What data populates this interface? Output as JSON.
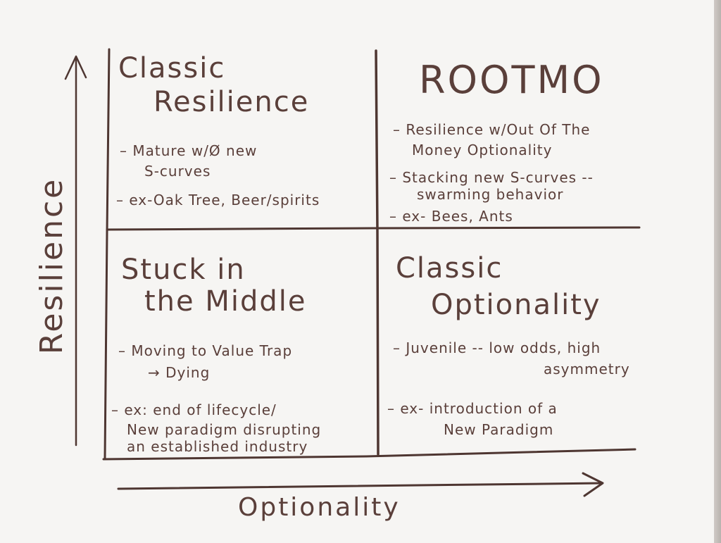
{
  "axes": {
    "y_label": "Resilience",
    "x_label": "Optionality"
  },
  "quadrants": {
    "top_left": {
      "title_line1": "Classic",
      "title_line2": "Resilience",
      "bullets": [
        "– Mature w/Ø new",
        "S-curves",
        "– ex-Oak Tree, Beer/spirits"
      ]
    },
    "top_right": {
      "title": "ROOTMO",
      "bullets": [
        "– Resilience w/Out Of The",
        "Money Optionality",
        "– Stacking new S-curves --",
        "swarming behavior",
        "– ex- Bees, Ants"
      ]
    },
    "bottom_left": {
      "title_line1": "Stuck in",
      "title_line2": "the Middle",
      "bullets": [
        "– Moving to Value Trap",
        "→ Dying",
        "– ex: end of lifecycle/",
        "New paradigm disrupting",
        "an established industry"
      ]
    },
    "bottom_right": {
      "title_line1": "Classic",
      "title_line2": "Optionality",
      "bullets": [
        "– Juvenile -- low odds, high",
        "asymmetry",
        "– ex- introduction of a",
        "New Paradigm"
      ]
    }
  },
  "colors": {
    "ink": "#5a3f3a",
    "paper": "#f6f5f3"
  }
}
